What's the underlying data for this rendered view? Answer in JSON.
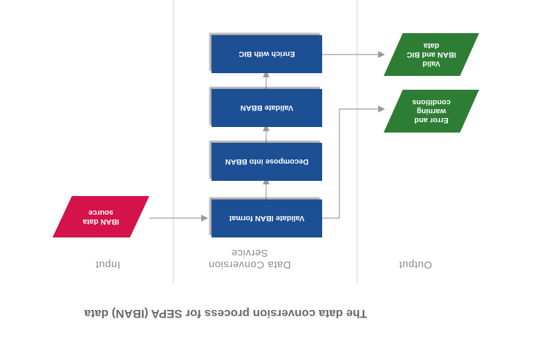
{
  "caption": "The data conversion process for SEPA (IBAN) data",
  "columns": {
    "input": "Input",
    "service_line1": "Data Conversion",
    "service_line2": "Service",
    "output": "Output"
  },
  "input_box": {
    "line1": "IBAN data",
    "line2": "source",
    "color": "#d31349"
  },
  "steps": [
    "Validate IBAN format",
    "Decompose into BBAN",
    "Validate BBAN",
    "Enrich with BIC"
  ],
  "outputs": {
    "valid": {
      "line1": "Valid",
      "line2": "IBAN and BIC",
      "line3": "data",
      "color": "#2e7d35"
    },
    "error": {
      "line1": "Error and",
      "line2": "warning",
      "line3": "conditions",
      "color": "#2e7d35"
    }
  },
  "colors": {
    "process_box": "#1c4f93",
    "arrow": "#9a9a9a",
    "divider": "#d3d3d3"
  }
}
